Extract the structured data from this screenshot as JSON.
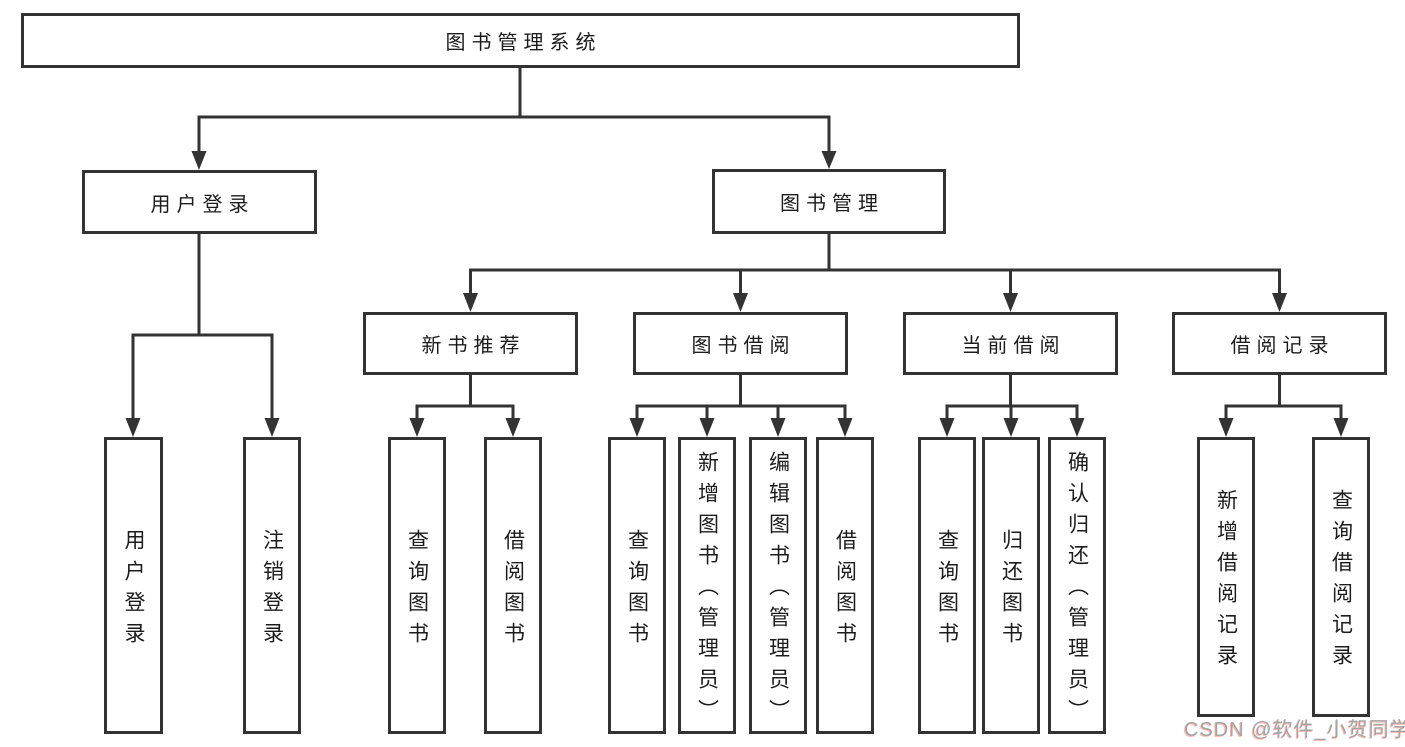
{
  "diagram": {
    "root": "图书管理系统",
    "user_login": "用户登录",
    "book_management": "图书管理",
    "new_book_recommend": "新书推荐",
    "book_borrowing": "图书借阅",
    "current_borrowing": "当前借阅",
    "borrow_records": "借阅记录",
    "leaf_user_login": "用户登录",
    "leaf_logout_login": "注销登录",
    "leaf_query_books_recommend": "查询图书",
    "leaf_borrow_books_recommend": "借阅图书",
    "leaf_query_books_borrowing": "查询图书",
    "leaf_add_books_admin": "新增图书（管理员）",
    "leaf_edit_books_admin": "编辑图书（管理员）",
    "leaf_borrow_books_borrowing": "借阅图书",
    "leaf_query_books_current": "查询图书",
    "leaf_return_books": "归还图书",
    "leaf_confirm_return_admin": "确认归还（管理员）",
    "leaf_add_borrow_record": "新增借阅记录",
    "leaf_query_borrow_record": "查询借阅记录"
  },
  "watermark": "CSDN @软件_小贺同学",
  "colors": {
    "line": "#333333",
    "box_border": "#333333",
    "text": "#1c1c1c",
    "background": "#ffffff",
    "watermark_gray": "#a5a5a5",
    "watermark_red": "#f06a60"
  }
}
